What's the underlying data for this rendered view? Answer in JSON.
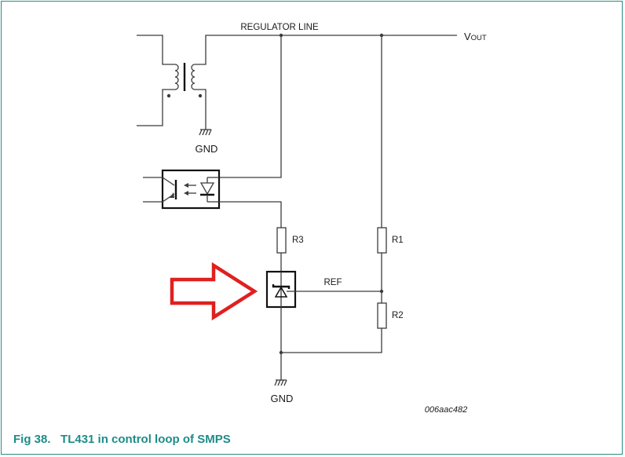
{
  "diagram": {
    "labels": {
      "regulator_line": "REGULATOR LINE",
      "vout_main": "V",
      "vout_sub": "OUT",
      "gnd_top": "GND",
      "gnd_bottom": "GND",
      "r1": "R1",
      "r2": "R2",
      "r3": "R3",
      "ref": "REF",
      "code": "006aac482"
    },
    "colors": {
      "wire": "#3c3c3c",
      "arrow": "#e02020",
      "caption": "#1e8c88",
      "frame": "#2a8c82"
    }
  },
  "caption": {
    "fig_number": "Fig 38.",
    "title": "TL431 in control loop of SMPS"
  }
}
